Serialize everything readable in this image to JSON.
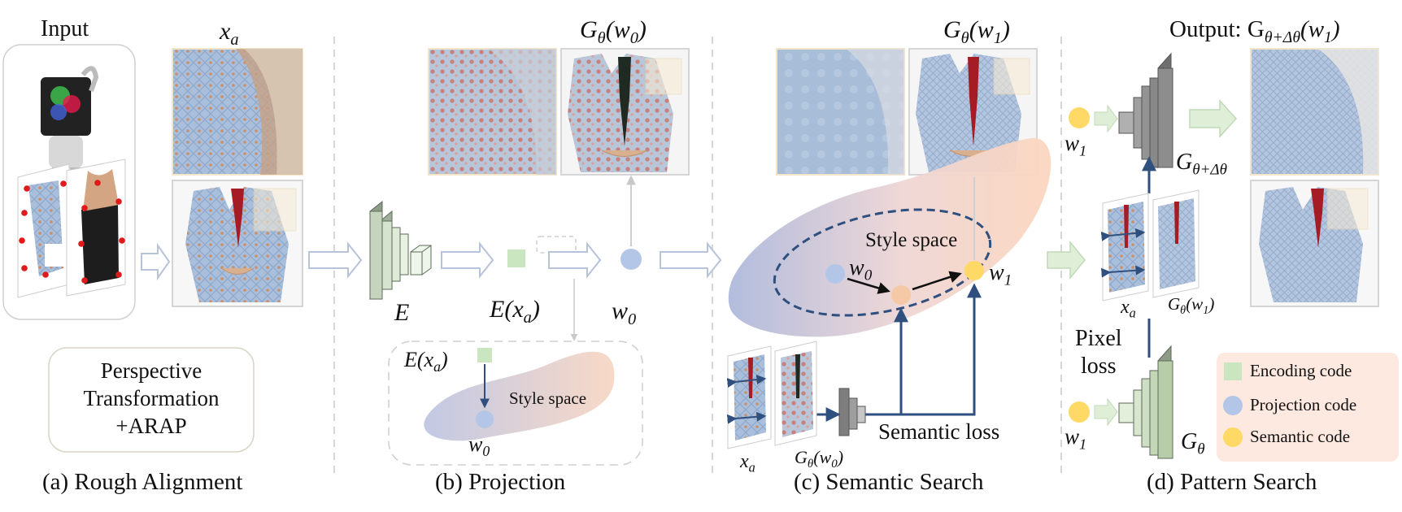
{
  "panels": {
    "a": {
      "caption": "(a) Rough Alignment",
      "input_label": "Input",
      "xa_label": "x",
      "xa_sub": "a",
      "method_lines": [
        "Perspective",
        "Transformation",
        "+ARAP"
      ]
    },
    "b": {
      "caption": "(b) Projection",
      "g_w0_label": "G",
      "g_w0_sub": "θ",
      "g_w0_arg": "(w",
      "g_w0_arg_sub": "0",
      "g_w0_close": ")",
      "encoder_label": "E",
      "ex_label": "E(x",
      "ex_sub": "a",
      "ex_close": ")",
      "w0_label": "w",
      "w0_sub": "0",
      "inset": {
        "ex_label": "E(x",
        "ex_sub": "a",
        "ex_close": ")",
        "style_space": "Style space",
        "w0_label": "w",
        "w0_sub": "0"
      }
    },
    "c": {
      "caption": "(c) Semantic Search",
      "g_w1_label": "G",
      "g_w1_sub": "θ",
      "g_w1_arg": "(w",
      "g_w1_arg_sub": "1",
      "g_w1_close": ")",
      "style_space": "Style space",
      "w0_label": "w",
      "w0_sub": "0",
      "w1_label": "w",
      "w1_sub": "1",
      "semantic_loss": "Semantic loss",
      "xa_label": "x",
      "xa_sub": "a",
      "gw0_label": "G",
      "gw0_sub": "θ",
      "gw0_arg": "(w",
      "gw0_arg_sub": "0",
      "gw0_close": ")"
    },
    "d": {
      "caption": "(d) Pattern Search",
      "output_label": "Output: G",
      "output_sub": "θ+Δθ",
      "output_arg": "(w",
      "output_arg_sub": "1",
      "output_close": ")",
      "w1_top_label": "w",
      "w1_top_sub": "1",
      "g_delta_label": "G",
      "g_delta_sub": "θ+Δθ",
      "xa_label": "x",
      "xa_sub": "a",
      "gw1_label": "G",
      "gw1_sub": "θ",
      "gw1_arg": "(w",
      "gw1_arg_sub": "1",
      "gw1_close": ")",
      "pixel_loss_lines": [
        "Pixel",
        "loss"
      ],
      "w1_bottom_label": "w",
      "w1_bottom_sub": "1",
      "g_theta_label": "G",
      "g_theta_sub": "θ"
    }
  },
  "legend": {
    "items": [
      {
        "label": "Encoding code",
        "color": "#c9e6c0",
        "shape": "square"
      },
      {
        "label": "Projection code",
        "color": "#b4c6e7",
        "shape": "circle"
      },
      {
        "label": "Semantic code",
        "color": "#ffd966",
        "shape": "circle"
      }
    ],
    "background": "#fde9e0"
  },
  "colors": {
    "style_space_left": "#b8c2e0",
    "style_space_right": "#f9d9c4",
    "projection_code": "#b4c6e7",
    "semantic_code": "#ffd966",
    "encoding_code": "#c9e6c0",
    "intermediate_code": "#f6c9a6",
    "arrow_blue": "#3c5a82",
    "outline_arrow": "#b7c3d9",
    "green_arrow": "#dfeed7",
    "dashed_divider": "#c8c8c8",
    "ellipse_dash": "#2f4f7f"
  }
}
